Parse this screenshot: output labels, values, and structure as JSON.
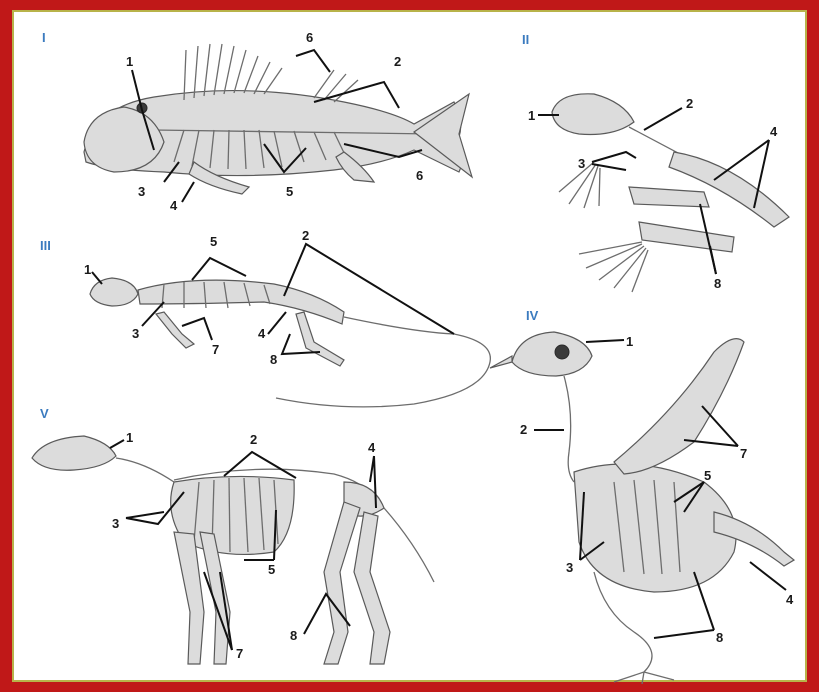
{
  "colors": {
    "frame": "#c01818",
    "section_label": "#3b7bbf",
    "ink": "#111111"
  },
  "sections": [
    {
      "id": "I",
      "animal": "fish"
    },
    {
      "id": "II",
      "animal": "frog"
    },
    {
      "id": "III",
      "animal": "lizard"
    },
    {
      "id": "IV",
      "animal": "bird"
    },
    {
      "id": "V",
      "animal": "mammal"
    }
  ],
  "labels": {
    "fish": [
      "1",
      "2",
      "3",
      "4",
      "5",
      "6",
      "6"
    ],
    "frog": [
      "1",
      "2",
      "3",
      "4",
      "8"
    ],
    "lizard": [
      "1",
      "2",
      "3",
      "4",
      "5",
      "7",
      "8"
    ],
    "bird": [
      "1",
      "2",
      "3",
      "4",
      "5",
      "7",
      "8"
    ],
    "mammal": [
      "1",
      "2",
      "3",
      "4",
      "5",
      "7",
      "8"
    ]
  }
}
